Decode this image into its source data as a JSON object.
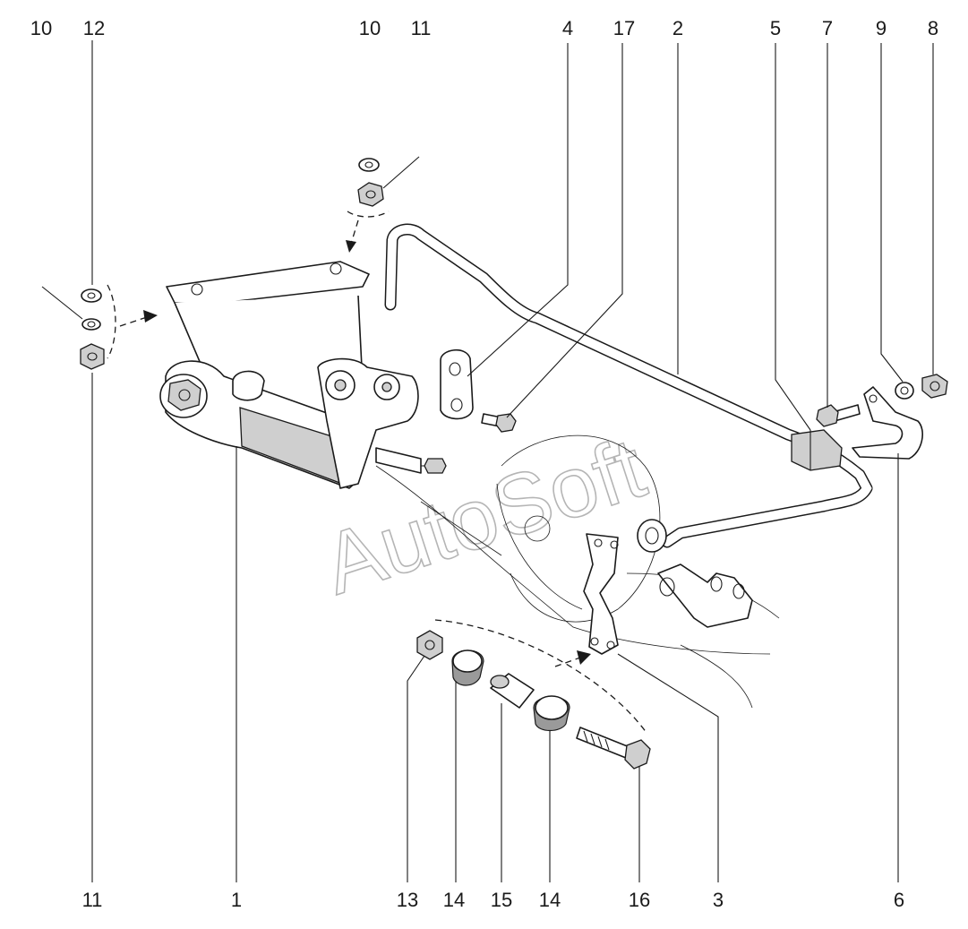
{
  "callouts": [
    {
      "id": "c10a",
      "label": "10"
    },
    {
      "id": "c12",
      "label": "12"
    },
    {
      "id": "c10b",
      "label": "10"
    },
    {
      "id": "c11a",
      "label": "11"
    },
    {
      "id": "c4",
      "label": "4"
    },
    {
      "id": "c17",
      "label": "17"
    },
    {
      "id": "c2",
      "label": "2"
    },
    {
      "id": "c5",
      "label": "5"
    },
    {
      "id": "c7",
      "label": "7"
    },
    {
      "id": "c9",
      "label": "9"
    },
    {
      "id": "c8",
      "label": "8"
    },
    {
      "id": "c11b",
      "label": "11"
    },
    {
      "id": "c1",
      "label": "1"
    },
    {
      "id": "c13",
      "label": "13"
    },
    {
      "id": "c14a",
      "label": "14"
    },
    {
      "id": "c15",
      "label": "15"
    },
    {
      "id": "c14b",
      "label": "14"
    },
    {
      "id": "c16",
      "label": "16"
    },
    {
      "id": "c3",
      "label": "3"
    },
    {
      "id": "c6",
      "label": "6"
    }
  ],
  "watermark": "AutoSoft"
}
